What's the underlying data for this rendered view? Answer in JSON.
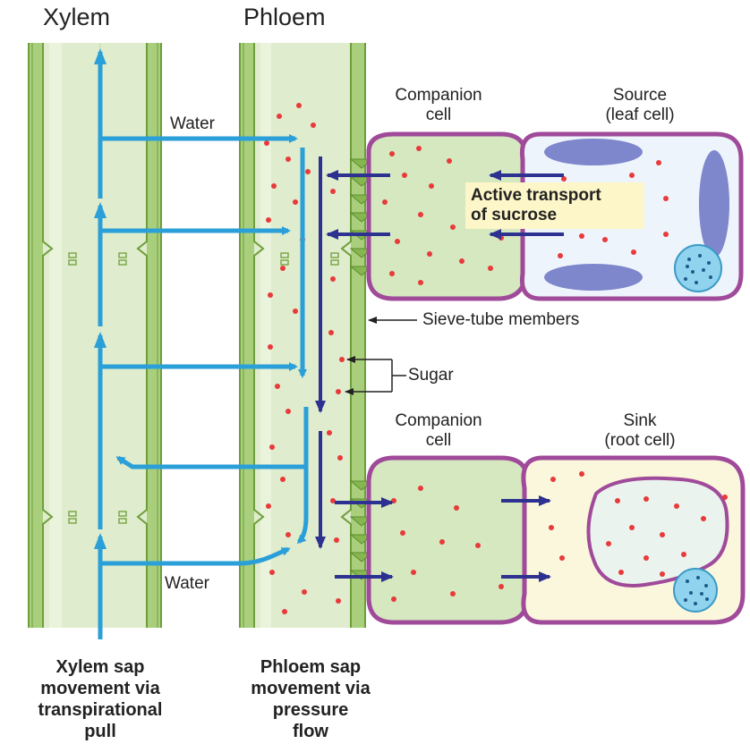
{
  "titles": {
    "xylem": "Xylem",
    "phloem": "Phloem"
  },
  "labels": {
    "water_top": "Water",
    "water_bottom": "Water",
    "companion_top": [
      "Companion",
      "cell"
    ],
    "source": [
      "Source",
      "(leaf cell)"
    ],
    "active_transport": [
      "Active transport",
      "of sucrose"
    ],
    "sieve_tube": "Sieve-tube members",
    "sugar": "Sugar",
    "companion_bottom": [
      "Companion",
      "cell"
    ],
    "sink": [
      "Sink",
      "(root cell)"
    ]
  },
  "captions": {
    "xylem": [
      "Xylem sap",
      "movement via",
      "transpirational",
      "pull"
    ],
    "phloem": [
      "Phloem sap",
      "movement via",
      "pressure",
      "flow"
    ]
  },
  "colors": {
    "tube_fill": "#dfeccd",
    "tube_wall": "#7fb04a",
    "water_arrow": "#2a9fd8",
    "sugar_arrow": "#2d3190",
    "sugar_dot": "#e83a3a",
    "cell_border": "#a04a9a",
    "source_fill": "#eef4fb",
    "sink_fill": "#fbf7dc",
    "chloroplast": "#7e86cc",
    "nucleus": "#8fd3ee",
    "highlight": "#fdf6c8"
  }
}
